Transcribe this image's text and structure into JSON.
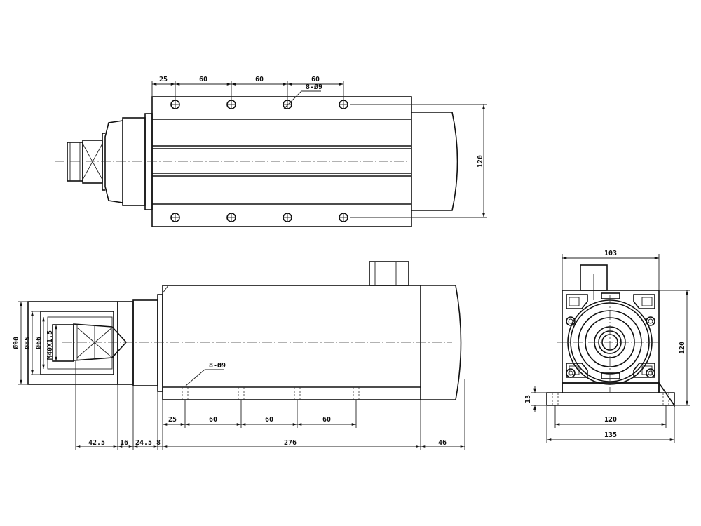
{
  "top_view": {
    "dims": [
      "25",
      "60",
      "60",
      "60"
    ],
    "hole_note": "8-Ø9",
    "height_dim": "120"
  },
  "front_view": {
    "dia_labels": [
      "Ø90",
      "Ø85",
      "Ø66"
    ],
    "thread_label": "M40X1.5",
    "hole_note": "8-Ø9",
    "hole_dims": [
      "25",
      "60",
      "60",
      "60"
    ],
    "length_dims": [
      "42.5",
      "16",
      "24.5",
      "8",
      "276",
      "46"
    ]
  },
  "end_view": {
    "top_width": "103",
    "height": "120",
    "base_height": "13",
    "base_hole_spacing": "120",
    "base_width": "135"
  }
}
